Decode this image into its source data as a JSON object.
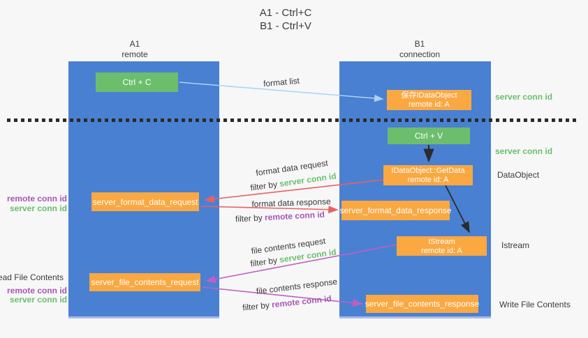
{
  "title": {
    "line1": "A1 - Ctrl+C",
    "line2": "B1 - Ctrl+V"
  },
  "lanes": {
    "left": {
      "name": "A1",
      "subtitle": "remote"
    },
    "right": {
      "name": "B1",
      "subtitle": "connection"
    }
  },
  "nodes": {
    "ctrl_c": {
      "label": "Ctrl + C"
    },
    "ctrl_v": {
      "label": "Ctrl + V"
    },
    "save_dataobject": {
      "line1": "保存IDataObject",
      "line2": "remote id: A"
    },
    "getdata": {
      "line1": "IDataObject::GetData",
      "line2": "remote id: A"
    },
    "format_request": {
      "label": "server_format_data_request"
    },
    "format_response": {
      "label": "server_format_data_response"
    },
    "istream": {
      "line1": "IStream",
      "line2": "remote id: A"
    },
    "file_request": {
      "label": "server_file_contents_request"
    },
    "file_response": {
      "label": "server_file_contents_response"
    }
  },
  "flow": {
    "format_list": "format list",
    "format_data_request": "format data request",
    "format_data_response": "format data response",
    "file_contents_request": "file contents request",
    "file_contents_response": "file contents response",
    "filter_by": "filter by ",
    "server_conn_id": "server conn id",
    "remote_conn_id": "remote conn id"
  },
  "side": {
    "remote_conn_id": "remote conn id",
    "server_conn_id": "server conn id",
    "read_file_contents": "Read File Contents",
    "write_file_contents": "Write File Contents",
    "dataobject": "DataObject",
    "istream": "Istream"
  },
  "colors": {
    "lane_blue": "#4a80d2",
    "node_green": "#6cbe6d",
    "node_orange": "#f9a842",
    "arrow_black": "#2b2b2b",
    "arrow_red": "#e96060",
    "arrow_purple": "#c25ec4",
    "arrow_light_blue": "#a9d3f2",
    "text_green": "#6abf6a",
    "text_purple": "#a855b5",
    "text_dark": "#3a3a3a"
  }
}
